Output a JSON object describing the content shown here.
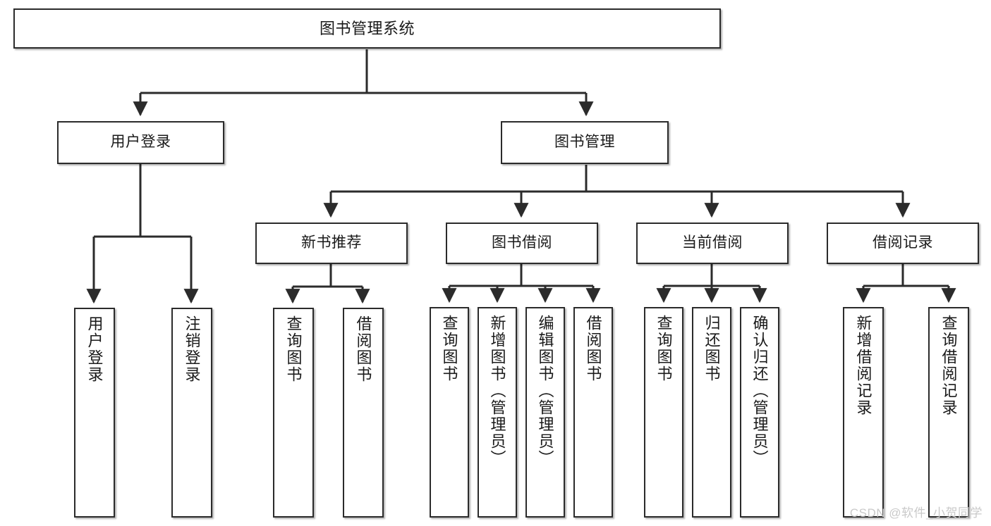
{
  "diagram": {
    "title": "图书管理系统",
    "type": "tree",
    "stroke_color": "#2b2b2b",
    "fill_color": "#ffffff",
    "background_color": "#ffffff",
    "nodes": {
      "root": {
        "label": "图书管理系统"
      },
      "level1": [
        {
          "label": "用户登录"
        },
        {
          "label": "图书管理"
        }
      ],
      "level2": [
        {
          "label": "新书推荐"
        },
        {
          "label": "图书借阅"
        },
        {
          "label": "当前借阅"
        },
        {
          "label": "借阅记录"
        }
      ],
      "leaves_user_login": [
        {
          "label": "用户登录"
        },
        {
          "label": "注销登录"
        }
      ],
      "leaves_new_book": [
        {
          "label": "查询图书"
        },
        {
          "label": "借阅图书"
        }
      ],
      "leaves_borrow": [
        {
          "label": "查询图书"
        },
        {
          "label": "新增图书（管理员）"
        },
        {
          "label": "编辑图书（管理员）"
        },
        {
          "label": "借阅图书"
        }
      ],
      "leaves_current": [
        {
          "label": "查询图书"
        },
        {
          "label": "归还图书"
        },
        {
          "label": "确认归还（管理员）"
        }
      ],
      "leaves_records": [
        {
          "label": "新增借阅记录"
        },
        {
          "label": "查询借阅记录"
        }
      ]
    }
  },
  "watermark": {
    "text": "CSDN @软件_小贺同学",
    "color": "#c9c9c9"
  }
}
